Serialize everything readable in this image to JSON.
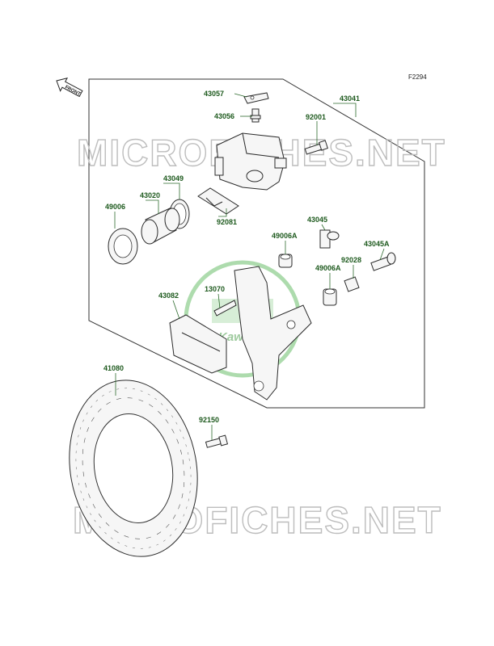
{
  "figure_code": "F2294",
  "front_arrow_text": "FRONT",
  "watermark_text": "MICROFICHES.NET",
  "logo_text": "Kawasaki",
  "colors": {
    "label": "#1e5a1e",
    "leader": "#2e6b2e",
    "watermark": "#bdbdbd",
    "logo": "#6bbf6b"
  },
  "parts": {
    "p43057": "43057",
    "p43056": "43056",
    "p43041": "43041",
    "p92001": "92001",
    "p43049": "43049",
    "p43020": "43020",
    "p49006": "49006",
    "p92081": "92081",
    "p43045": "43045",
    "p49006A_1": "49006A",
    "p43045A": "43045A",
    "p92028": "92028",
    "p49006A_2": "49006A",
    "p13070": "13070",
    "p43082": "43082",
    "p41080": "41080",
    "p92150": "92150"
  }
}
